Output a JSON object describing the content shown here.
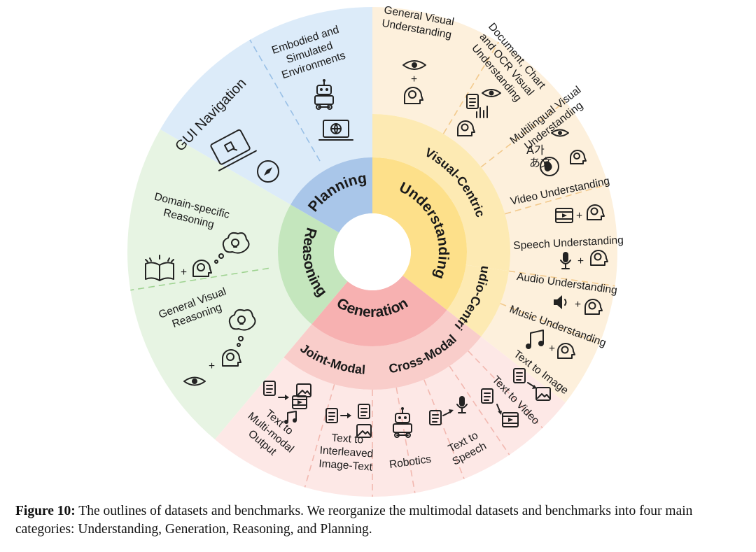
{
  "categories": {
    "understanding": "Understanding",
    "generation": "Generation",
    "reasoning": "Reasoning",
    "planning": "Planning"
  },
  "subcategories": {
    "visual_centric": "Visual-Centric",
    "audio_centric": "Audio-Centric",
    "cross_modal": "Cross-Modal",
    "joint_modal": "Joint-Modal"
  },
  "leaves": {
    "general_visual_understanding": [
      "General Visual",
      "Understanding"
    ],
    "doc_chart_ocr": [
      "Document, Chart",
      "and OCR Visual",
      "Understanding"
    ],
    "multilingual": [
      "Multilingual Visual",
      "Understanding"
    ],
    "video": [
      "Video Understanding"
    ],
    "speech": [
      "Speech Understanding"
    ],
    "audio": [
      "Audio Understanding"
    ],
    "music": [
      "Music Understanding"
    ],
    "text_to_image": [
      "Text to Image"
    ],
    "text_to_video": [
      "Text to Video"
    ],
    "text_to_speech": [
      "Text to",
      "Speech"
    ],
    "robotics": [
      "Robotics"
    ],
    "interleaved": [
      "Text to",
      "Interleaved",
      "Image-Text"
    ],
    "multimodal_output": [
      "Text to",
      "Multi-modal",
      "Output"
    ],
    "general_visual_reasoning": [
      "General Visual",
      "Reasoning"
    ],
    "domain_specific": [
      "Domain-specific",
      "Reasoning"
    ],
    "gui_navigation": [
      "GUI Navigation"
    ],
    "embodied": [
      "Embodied and",
      "Simulated",
      "Environments"
    ]
  },
  "glyphs": {
    "multilingual_top": "A가",
    "multilingual_bottom": "あ文"
  },
  "caption": {
    "label": "Figure 10:",
    "text": "The outlines of datasets and benchmarks. We reorganize the multimodal datasets and benchmarks into four main categories: Understanding, Generation, Reasoning, and Planning."
  },
  "colors": {
    "understanding_inner": "#fde08a",
    "understanding_sub": "#fdeab3",
    "understanding_outer": "#fdf0dc",
    "generation_inner": "#f7b1b1",
    "generation_sub": "#f9cdca",
    "generation_outer": "#fde8e6",
    "reasoning_inner": "#c4e6bd",
    "reasoning_outer": "#e7f4e3",
    "planning_inner": "#a9c6e9",
    "planning_outer": "#dcebf9"
  }
}
